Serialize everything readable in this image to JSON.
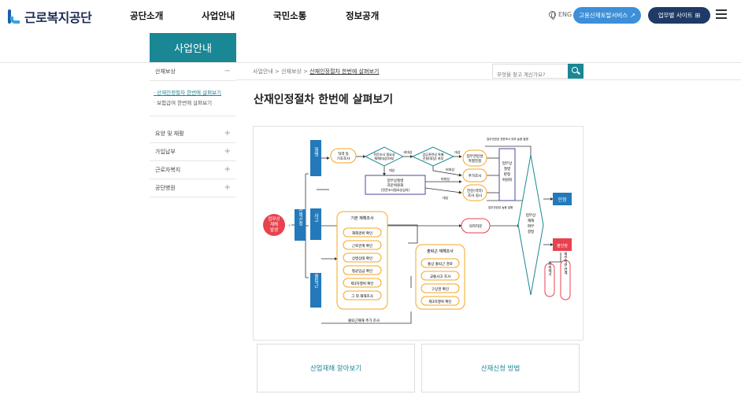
{
  "header": {
    "logo_text": "근로복지공단",
    "nav": [
      "공단소개",
      "사업안내",
      "국민소통",
      "정보공개"
    ],
    "lang": "ENG",
    "btn_service": "고용산재토탈서비스",
    "btn_site": "업무별 사이트"
  },
  "subnav": {
    "title": "사업안내"
  },
  "sidebar": {
    "items": [
      {
        "label": "산재보상"
      },
      {
        "label": "요양 및 재활"
      },
      {
        "label": "가입납부"
      },
      {
        "label": "근로자복지"
      },
      {
        "label": "공단병원"
      }
    ],
    "subitems": [
      {
        "label": "산재인정절차 한번에 살펴보기",
        "active": true
      },
      {
        "label": "보험급여 한번에 살펴보기",
        "active": false
      }
    ]
  },
  "breadcrumb": {
    "level1": "사업안내",
    "level2": "산재보상",
    "current": "산재인정절차 한번에 살펴보기"
  },
  "search": {
    "placeholder": "무엇을 찾고 계신가요?"
  },
  "page": {
    "title": "산재인정절차 한번에 살펴보기"
  },
  "flow": {
    "start": [
      "업무상",
      "재해",
      "발생"
    ],
    "apply": "산재신청",
    "cat_disease": "질병",
    "cat_accident": "사고",
    "cat_commute": "출퇴근",
    "box_check1": "직력 등",
    "box_check2": "기초조사",
    "dia_expert1": "전문조사 필요성",
    "dia_expert2": "재해(대상)여부",
    "dia_special1": "업무관련성 특별",
    "dia_special2": "진찰(대상) 여부",
    "lbl_nontarget": "비대상",
    "lbl_target": "대상",
    "box_special1": "업무관련성",
    "box_special2": "특별진찰",
    "box_extra": "추가조사",
    "box_review1": "전문(역학)",
    "box_review2": "조사 실시",
    "box_committee1": "업무상질병",
    "box_committee2": "자문위원회",
    "box_committee3": "(전문조사필요성심의)",
    "box_judge": [
      "업무상",
      "질병",
      "판정",
      "위원회"
    ],
    "top_note": "업무관련성 전문조사 여부 높음 질병",
    "mid_note": "업무관련성 높음 질병",
    "accident_title": "기본 재해조사",
    "accident_items": [
      "재해경위 확인",
      "근로관계 확인",
      "상병상태 확인",
      "평균임금 확인",
      "제3자행위 확인",
      "그 외 재해조사"
    ],
    "commute_title": "출퇴근 재해조사",
    "commute_items": [
      "통상 출퇴근 경로",
      "교통사고 조사",
      "구상권 확인",
      "제3자행위 확인"
    ],
    "med_consult": "의학자문",
    "decision": [
      "업무상",
      "재해",
      "여부",
      "결정"
    ],
    "approved": "인정",
    "rejected": "불인정",
    "appeal1": "이의제기",
    "appeal2": "외부지원 연계",
    "commute_extra": "출퇴근재해 추가 조사"
  },
  "cards": {
    "card1": "산업재해 알아보기",
    "card2": "산재신청 방법"
  },
  "colors": {
    "accent": "#1a8795",
    "flow_blue": "#2379b9",
    "flow_orange": "#f5a623",
    "start_red": "#e8424f",
    "rejected_red": "#e8424f"
  }
}
